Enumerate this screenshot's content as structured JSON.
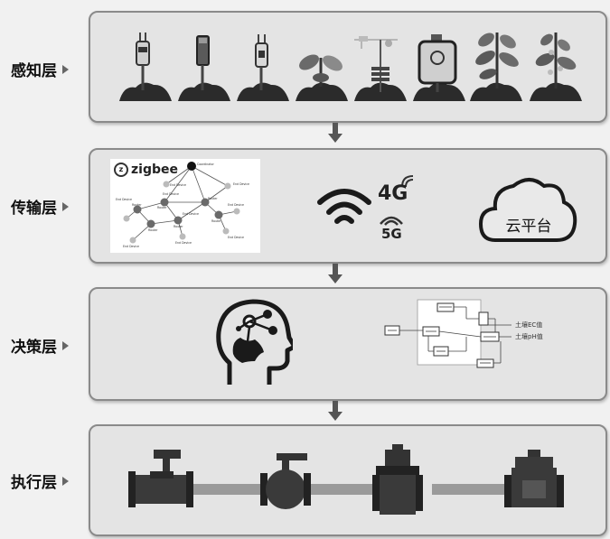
{
  "layers": [
    {
      "label": "感知层"
    },
    {
      "label": "传输层"
    },
    {
      "label": "决策层"
    },
    {
      "label": "执行层"
    }
  ],
  "transmission": {
    "zigbee_logo": "zigbee",
    "network_nodes": [
      "Coordinator",
      "End Device",
      "End Device",
      "End Device",
      "Router",
      "Router",
      "Router",
      "End Device",
      "End Device",
      "End Device",
      "Router",
      "Router",
      "End Device",
      "End Device",
      "Router",
      "End Device"
    ],
    "cell_4g": "4G",
    "cell_5g": "5G",
    "cloud_label": "云平台"
  },
  "decision": {
    "output_labels": [
      "土壤EC值",
      "土壤pH值"
    ]
  }
}
